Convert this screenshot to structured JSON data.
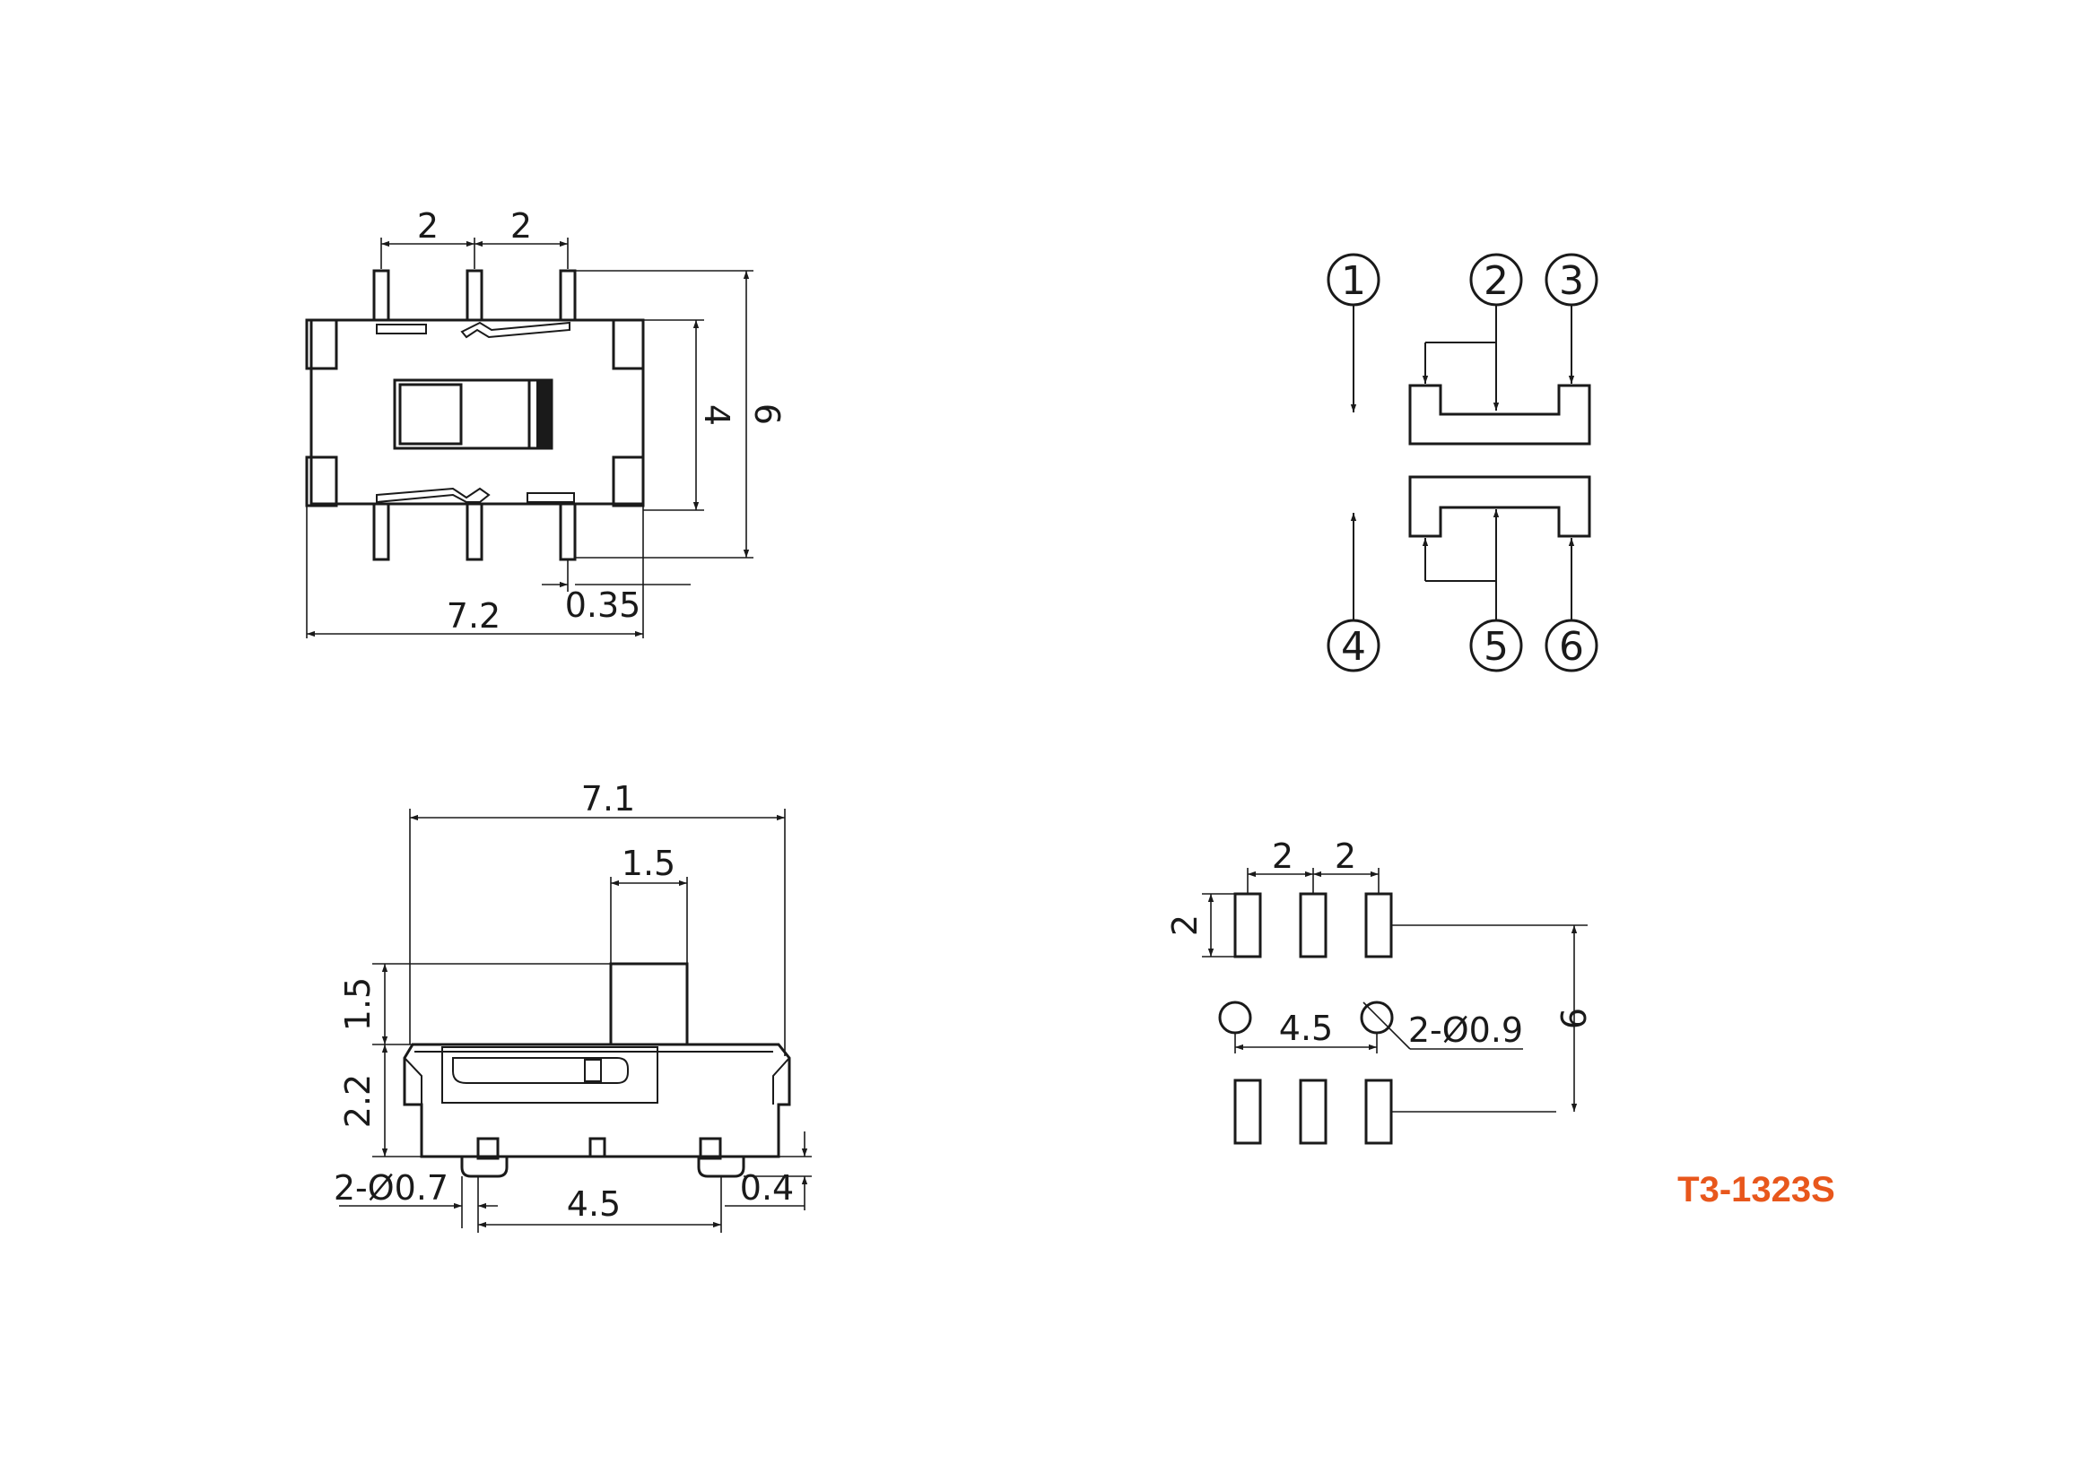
{
  "part_number": "T3-1323S",
  "colors": {
    "line": "#1a1a1a",
    "part_number": "#e8571c",
    "background": "#ffffff"
  },
  "top_view": {
    "pitch_left": "2",
    "pitch_right": "2",
    "body_height": "4",
    "overall_height": "6",
    "pin_width": "0.35",
    "body_length": "7.2"
  },
  "schematic": {
    "pins": [
      "1",
      "2",
      "3",
      "4",
      "5",
      "6"
    ]
  },
  "side_view": {
    "overall_length": "7.1",
    "actuator_width": "1.5",
    "actuator_height": "1.5",
    "body_height": "2.2",
    "post_diameter": "2-Ø0.7",
    "post_spacing": "4.5",
    "standoff": "0.4"
  },
  "pcb_layout": {
    "pitch_left": "2",
    "pitch_right": "2",
    "pad_length": "2",
    "row_spacing": "6",
    "hole_spacing": "4.5",
    "hole_diameter": "2-Ø0.9"
  }
}
